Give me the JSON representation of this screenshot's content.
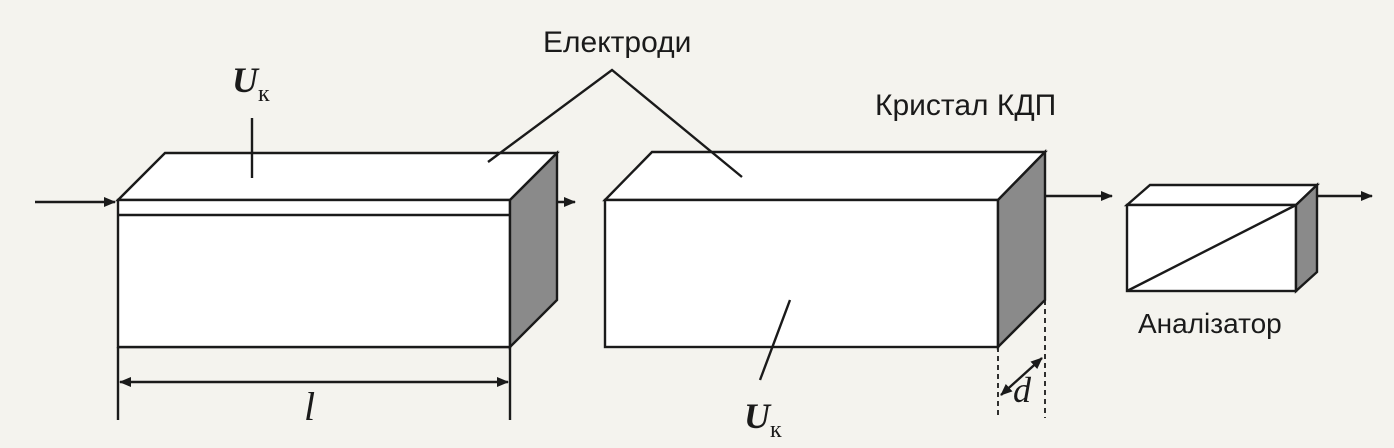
{
  "labels": {
    "electrodes": "Електроди",
    "crystal": "Кристал КДП",
    "analyzer": "Аналізатор",
    "voltage_top": "U",
    "voltage_top_sub": "к",
    "voltage_bottom": "U",
    "voltage_bottom_sub": "к",
    "length": "l",
    "thickness": "d"
  },
  "colors": {
    "shaded_face": "#8a8a8a",
    "line": "#1a1a1a",
    "background": "#f4f3ee"
  }
}
